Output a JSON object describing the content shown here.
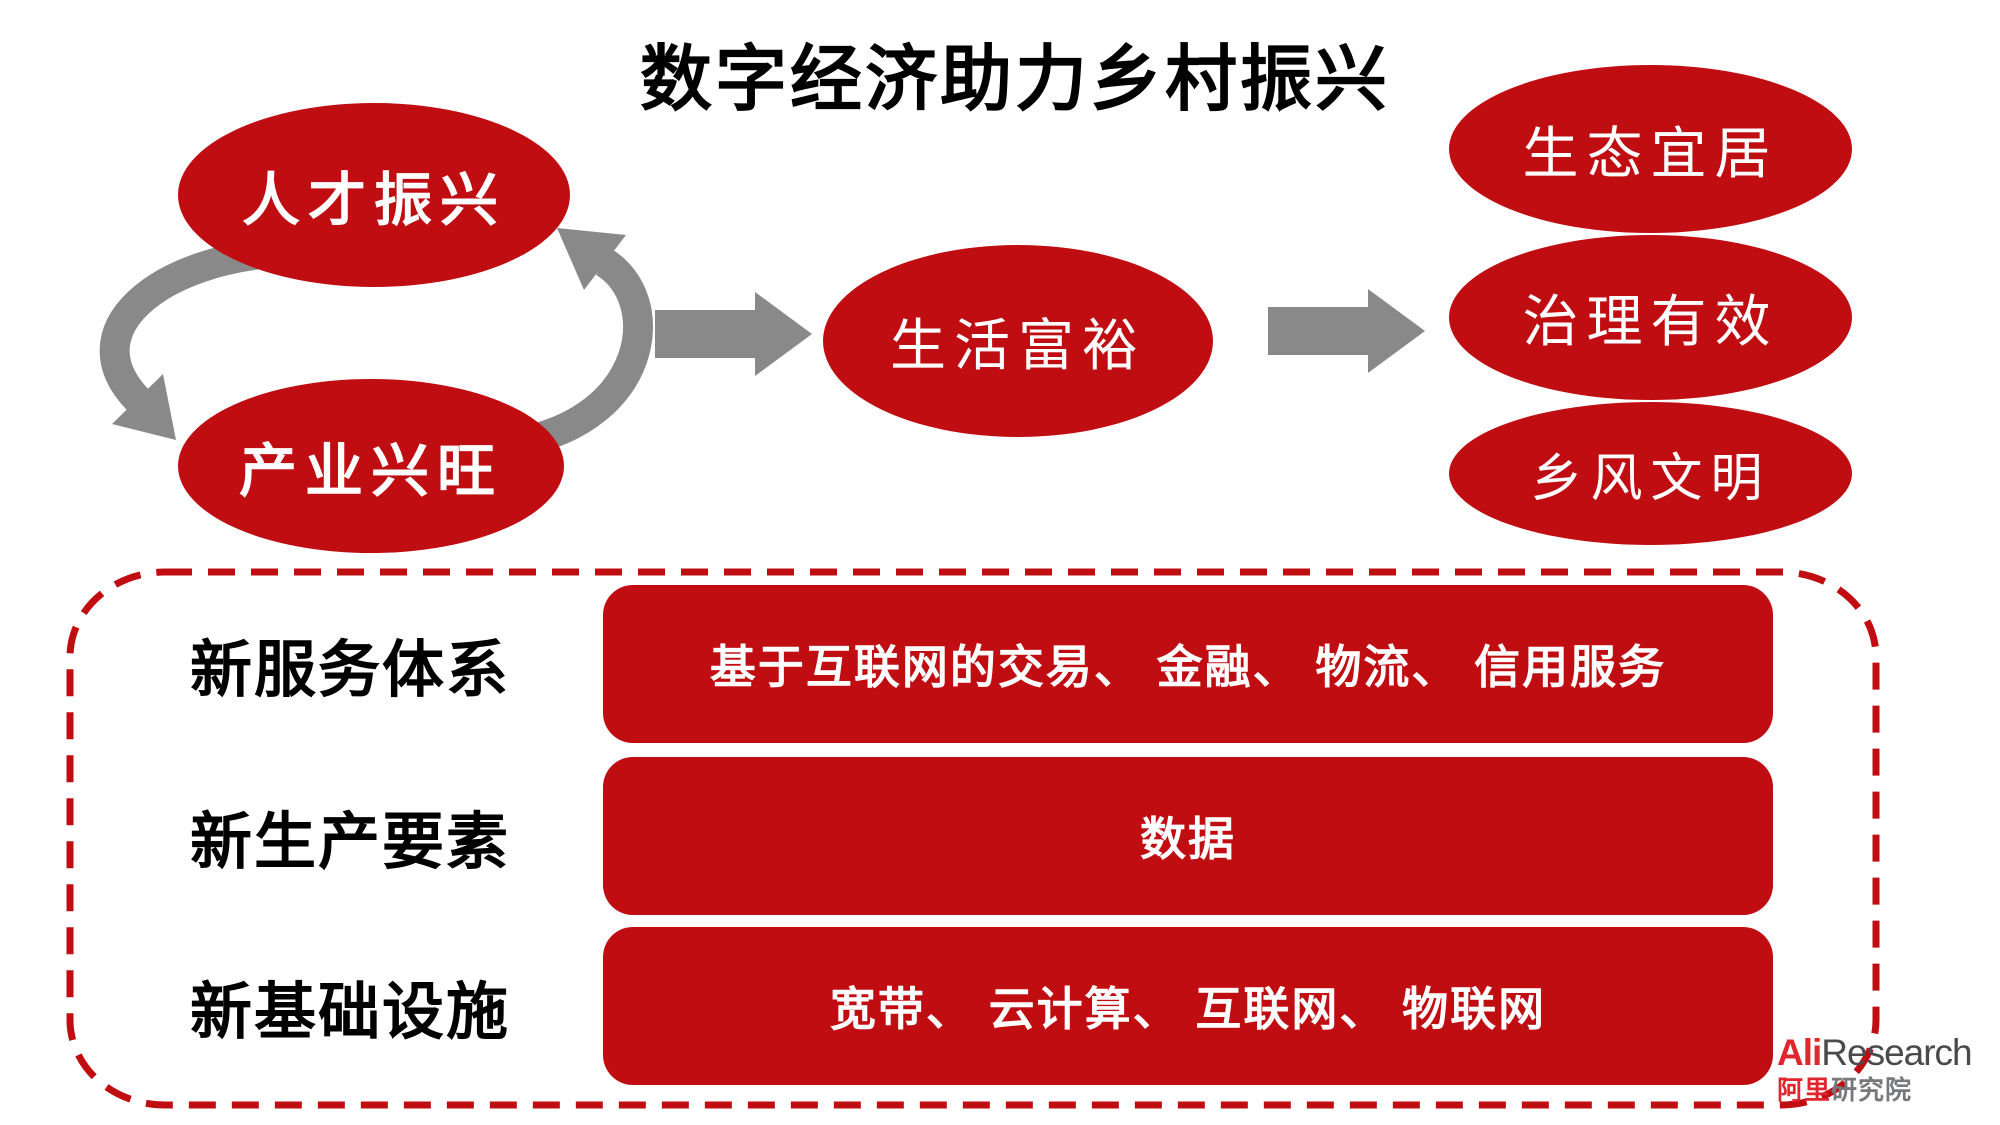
{
  "title": "数字经济助力乡村振兴",
  "cycle": {
    "top_ellipse": "人才振兴",
    "bottom_ellipse": "产业兴旺"
  },
  "center_ellipse": "生活富裕",
  "outcomes": [
    "生态宜居",
    "治理有效",
    "乡风文明"
  ],
  "rows": [
    {
      "label": "新服务体系",
      "value": "基于互联网的交易、 金融、 物流、 信用服务"
    },
    {
      "label": "新生产要素",
      "value": "数据"
    },
    {
      "label": "新基础设施",
      "value": "宽带、 云计算、 互联网、 物联网"
    }
  ],
  "logo": {
    "brand_red": "Ali",
    "brand_gray": "Research",
    "cn_red": "阿里",
    "cn_gray": "研究院"
  },
  "colors": {
    "primary_red": "#C00D12",
    "arrow_gray": "#898989",
    "logo_red": "#E0262E",
    "logo_gray": "#4a4a4b",
    "text_black": "#000000",
    "text_white": "#ffffff"
  }
}
